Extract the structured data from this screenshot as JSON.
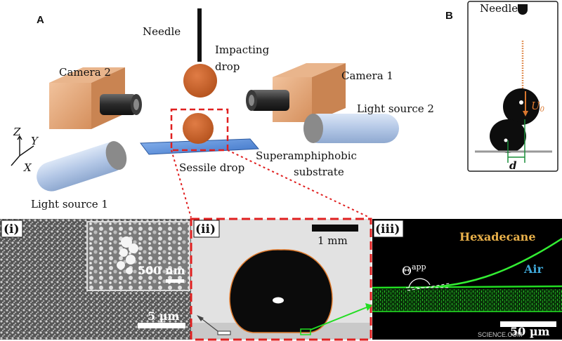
{
  "panel_a": {
    "letter": "A",
    "needle": "Needle",
    "impacting_drop": [
      "Impacting",
      "drop"
    ],
    "camera_2": "Camera 2",
    "camera_1": "Camera 1",
    "light_source_2": "Light source 2",
    "light_source_1": "Light source 1",
    "superamphiphobic": [
      "Superamphiphobic",
      "substrate"
    ],
    "sessile_drop": "Sessile drop",
    "axes": {
      "z": "Z",
      "y": "Y",
      "x": "X"
    }
  },
  "panel_b": {
    "letter": "B",
    "needle": "Needle",
    "velocity": "U",
    "velocity_sub": "0",
    "diameter": "d"
  },
  "inset_i": {
    "tag": "(i)",
    "scale_main": "5 µm",
    "scale_zoom": "500 nm"
  },
  "inset_ii": {
    "tag": "(ii)",
    "scale": "1 mm"
  },
  "inset_iii": {
    "tag": "(iii)",
    "hexadecane": "Hexadecane",
    "air": "Air",
    "theta": "Θ",
    "theta_sup": "app",
    "scale": "50 µm"
  },
  "watermark": "SCIENCE.COM",
  "colors": {
    "drop": "#c9622a",
    "red_dash": "#e02020",
    "green_line": "#22dd22",
    "hexadecane": "#e8b04a",
    "air": "#3fa8d8",
    "box_face": "#e0a67a",
    "substrate": "#5b8fd6",
    "light_tube": "#b7c9e8"
  }
}
